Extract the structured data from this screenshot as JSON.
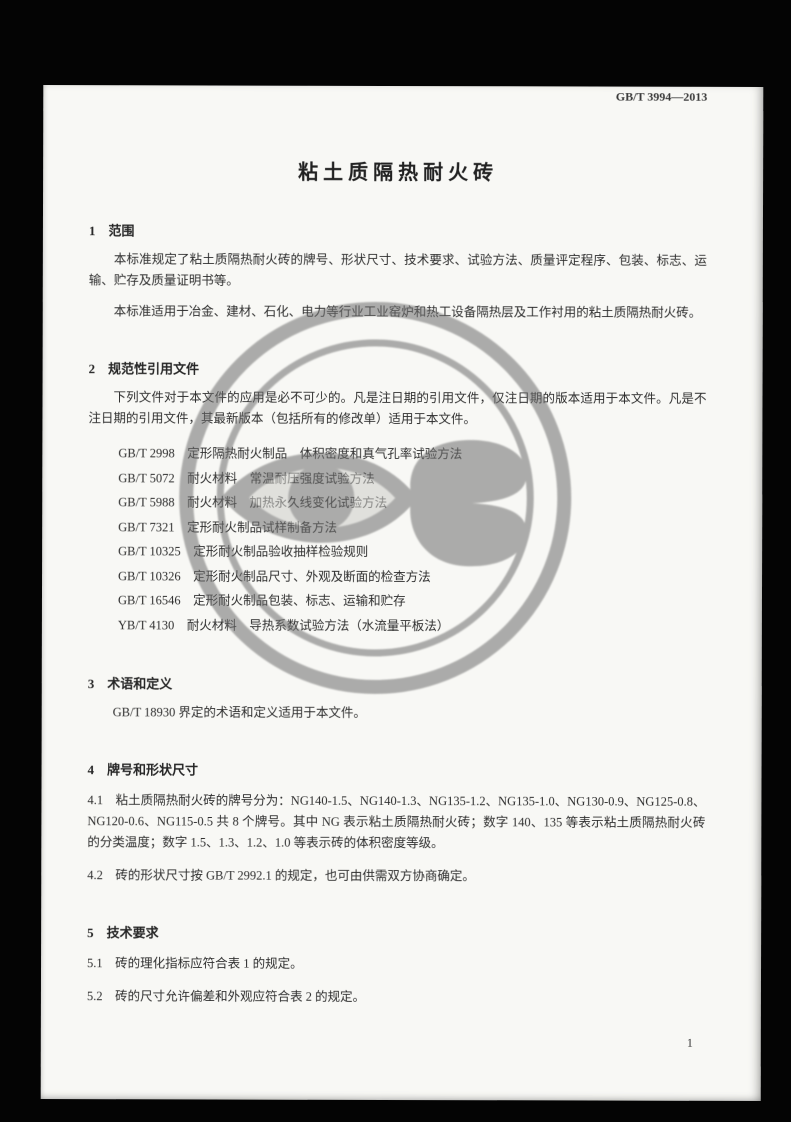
{
  "meta": {
    "header_code": "GB/T 3994—2013",
    "page_number": "1"
  },
  "title": "粘土质隔热耐火砖",
  "watermark": {
    "icon": "circular-stamp-watermark",
    "color": "#6e6e6e"
  },
  "s1": {
    "heading": "1　范围",
    "p1": "本标准规定了粘土质隔热耐火砖的牌号、形状尺寸、技术要求、试验方法、质量评定程序、包装、标志、运输、贮存及质量证明书等。",
    "p2": "本标准适用于冶金、建材、石化、电力等行业工业窑炉和热工设备隔热层及工作衬用的粘土质隔热耐火砖。"
  },
  "s2": {
    "heading": "2　规范性引用文件",
    "intro": "下列文件对于本文件的应用是必不可少的。凡是注日期的引用文件，仅注日期的版本适用于本文件。凡是不注日期的引用文件，其最新版本（包括所有的修改单）适用于本文件。",
    "refs": [
      "GB/T 2998　定形隔热耐火制品　体积密度和真气孔率试验方法",
      "GB/T 5072　耐火材料　常温耐压强度试验方法",
      "GB/T 5988　耐火材料　加热永久线变化试验方法",
      "GB/T 7321　定形耐火制品试样制备方法",
      "GB/T 10325　定形耐火制品验收抽样检验规则",
      "GB/T 10326　定形耐火制品尺寸、外观及断面的检查方法",
      "GB/T 16546　定形耐火制品包装、标志、运输和贮存",
      "YB/T 4130　耐火材料　导热系数试验方法（水流量平板法）"
    ]
  },
  "s3": {
    "heading": "3　术语和定义",
    "p1": "GB/T 18930 界定的术语和定义适用于本文件。"
  },
  "s4": {
    "heading": "4　牌号和形状尺寸",
    "p41": "4.1　粘土质隔热耐火砖的牌号分为：NG140-1.5、NG140-1.3、NG135-1.2、NG135-1.0、NG130-0.9、NG125-0.8、NG120-0.6、NG115-0.5 共 8 个牌号。其中 NG 表示粘土质隔热耐火砖；数字 140、135 等表示粘土质隔热耐火砖的分类温度；数字 1.5、1.3、1.2、1.0 等表示砖的体积密度等级。",
    "p42": "4.2　砖的形状尺寸按 GB/T 2992.1 的规定，也可由供需双方协商确定。"
  },
  "s5": {
    "heading": "5　技术要求",
    "p51": "5.1　砖的理化指标应符合表 1 的规定。",
    "p52": "5.2　砖的尺寸允许偏差和外观应符合表 2 的规定。"
  }
}
